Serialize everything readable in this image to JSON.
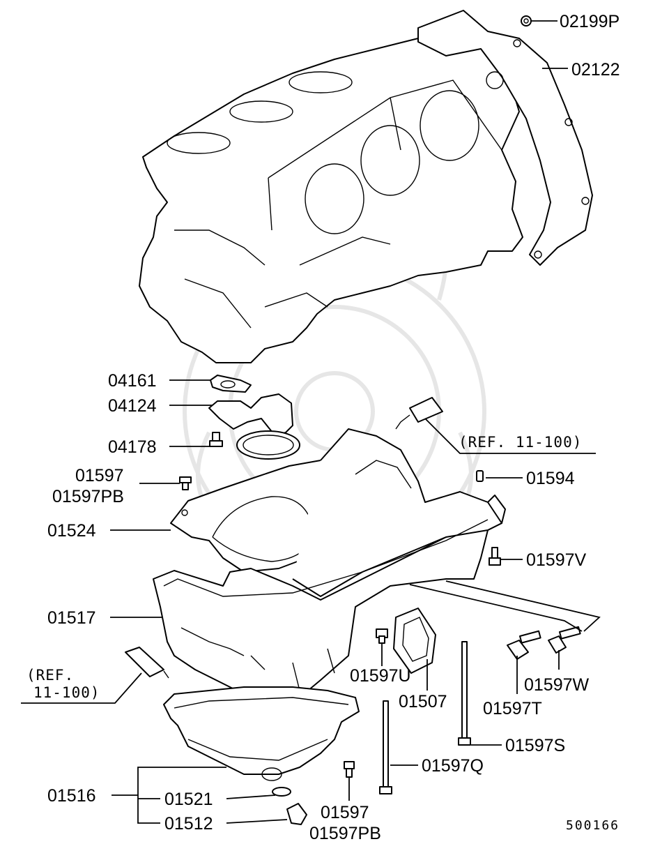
{
  "diagram": {
    "drawing_code": "500166",
    "parts": {
      "p02199P": "02199P",
      "p02122": "02122",
      "p04161": "04161",
      "p04124": "04124",
      "p04178": "04178",
      "p01597a": "01597",
      "p01597PBa": "01597PB",
      "p01524": "01524",
      "p01517": "01517",
      "p01594": "01594",
      "p01597V": "01597V",
      "p01597U": "01597U",
      "p01507": "01507",
      "p01597T": "01597T",
      "p01597W": "01597W",
      "p01597S": "01597S",
      "p01597Q": "01597Q",
      "p01516": "01516",
      "p01521": "01521",
      "p01512": "01512",
      "p01597b": "01597",
      "p01597PBb": "01597PB"
    },
    "refs": {
      "ref_right": "(REF. 11-100)",
      "ref_left_line1": "(REF.",
      "ref_left_line2": "11-100)"
    }
  }
}
